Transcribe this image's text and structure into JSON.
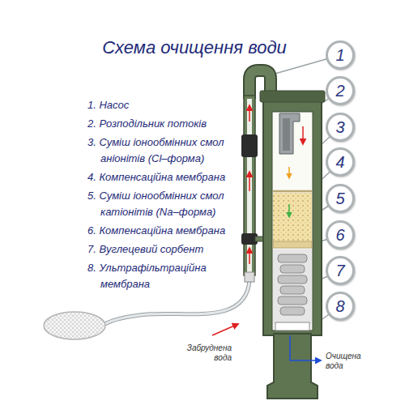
{
  "diagram": {
    "title": "Схема очищення води",
    "nodes": [
      {
        "text": [
          "1"
        ]
      },
      {
        "text": [
          "2"
        ]
      },
      {
        "text": [
          "3"
        ]
      },
      {
        "text": [
          "4"
        ]
      },
      {
        "text": [
          "5"
        ]
      },
      {
        "text": [
          "6"
        ]
      },
      {
        "text": [
          "7"
        ]
      },
      {
        "text": [
          "8"
        ]
      }
    ],
    "labels": [
      "1. Насос",
      "2. Розподільник потоків",
      "3. Суміш іонообмінних смол аніонітів (Cl–форма)",
      "4. Компенсаційна мембрана",
      "5. Суміш іонообмінних смол катіонітів (Na–форма)",
      "6. Компенсаційна мембрана",
      "7. Вуглецевий сорбент",
      "8. Ультрафільтраційна мембрана",
      "Забруднена вода",
      "Очищена вода"
    ]
  }
}
